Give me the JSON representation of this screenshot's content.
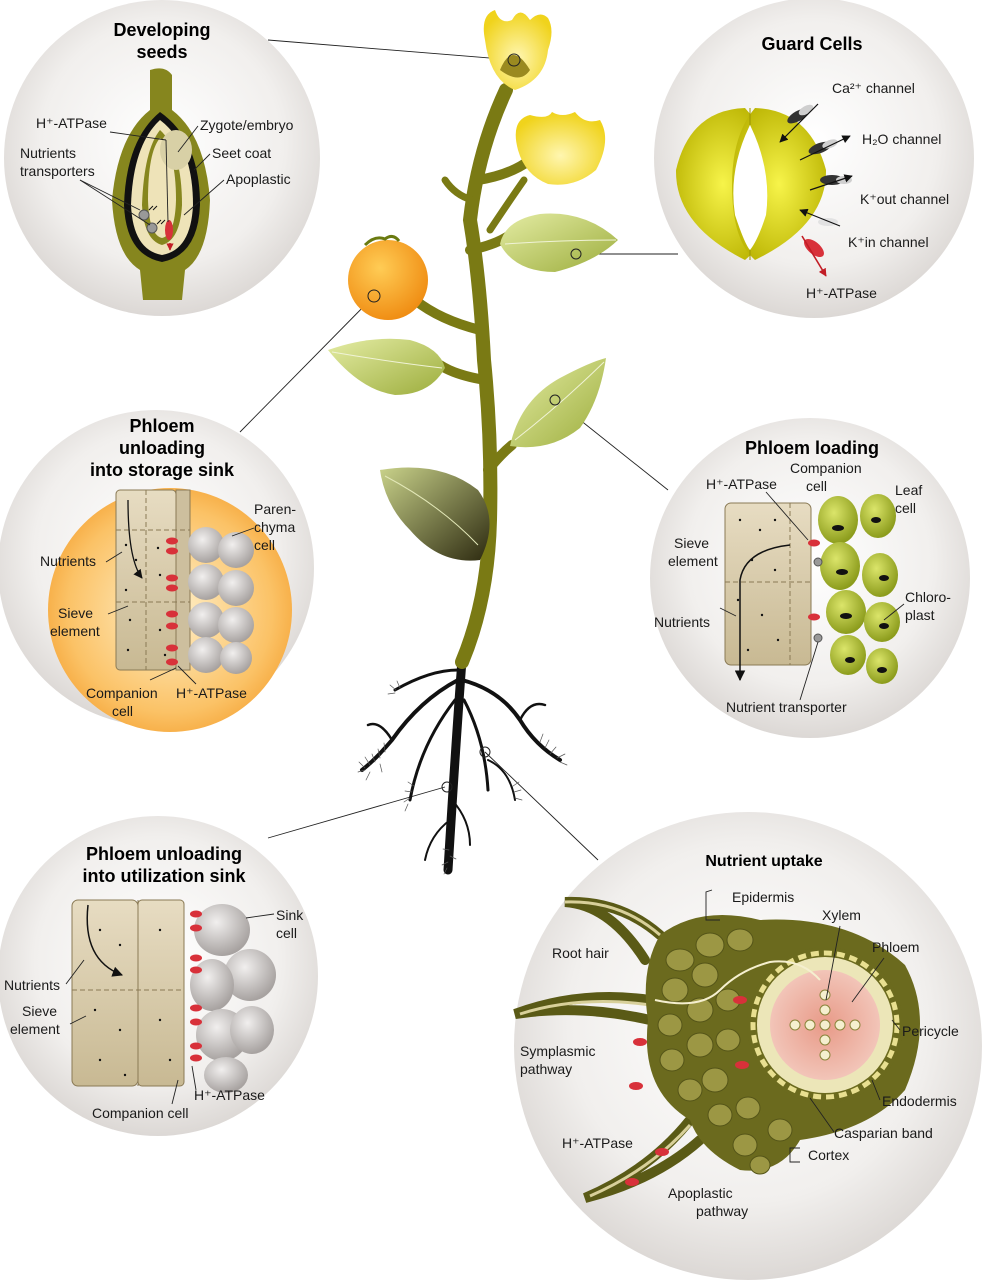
{
  "panels": {
    "seeds": {
      "title_lines": [
        "Developing",
        "seeds"
      ],
      "labels": [
        "H⁺-ATPase",
        "Zygote/embryo",
        "Nutrients",
        "transporters",
        "Seet coat",
        "Apoplastic"
      ]
    },
    "guard": {
      "title": "Guard Cells",
      "labels": [
        "Ca²⁺ channel",
        "H₂O channel",
        "K⁺out channel",
        "K⁺in channel",
        "H⁺-ATPase"
      ]
    },
    "storage": {
      "title_lines": [
        "Phloem",
        "unloading",
        "into storage sink"
      ],
      "labels": [
        "Nutrients",
        "Sieve",
        "element",
        "Companion",
        "cell",
        "H⁺-ATPase",
        "Paren-",
        "chyma",
        "cell"
      ]
    },
    "loading": {
      "title": "Phloem loading",
      "labels": [
        "H⁺-ATPase",
        "Companion",
        "cell",
        "Leaf",
        "cell",
        "Sieve",
        "element",
        "Nutrients",
        "Chloro-",
        "plast",
        "Nutrient transporter"
      ]
    },
    "utilization": {
      "title_lines": [
        "Phloem unloading",
        "into utilization sink"
      ],
      "labels": [
        "Nutrients",
        "Sieve",
        "element",
        "Companion cell",
        "H⁺-ATPase",
        "Sink",
        "cell"
      ]
    },
    "uptake": {
      "title": "Nutrient uptake",
      "labels": [
        "Epidermis",
        "Xylem",
        "Phloem",
        "Root hair",
        "Pericycle",
        "Symplasmic",
        "pathway",
        "Endodermis",
        "Casparian band",
        "H⁺-ATPase",
        "Cortex",
        "Apoplastic",
        "pathway"
      ]
    }
  },
  "colors": {
    "olive": "#8a8a1e",
    "stem": "#7a7a14",
    "leaf_light": "#cfe07a",
    "flower_yellow": "#f3e24a",
    "fruit_orange": "#f39c1e",
    "circle_bg": "#ece9e7",
    "sieve_tan": "#d9ccb0",
    "pump_red": "#d8313a",
    "guard_yellow": "#d9d400",
    "root_black": "#111111"
  }
}
